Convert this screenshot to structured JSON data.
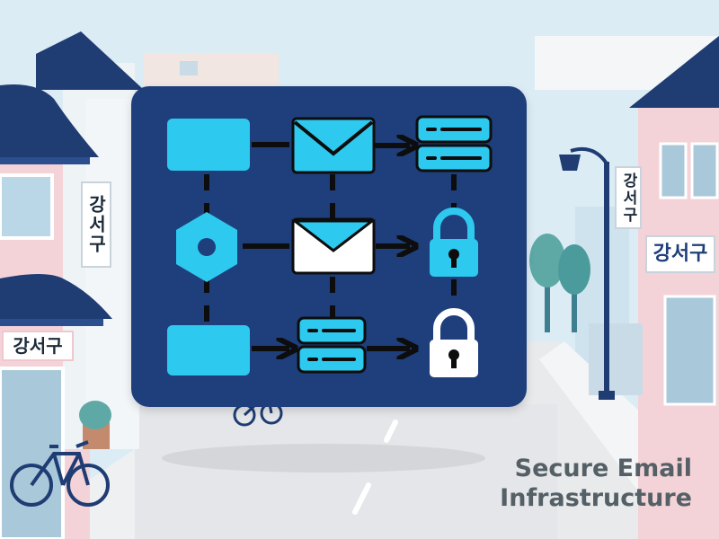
{
  "signs": {
    "left_vertical": "강서구",
    "left_horizontal": "강서구",
    "right_vertical": "강서구",
    "right_horizontal": "강서구"
  },
  "caption": {
    "line1": "Secure Email",
    "line2": "Infrastructure"
  },
  "colors": {
    "panel": "#1e3f7c",
    "icon_cyan": "#2ec9ef",
    "icon_white": "#ffffff",
    "connector": "#0d0d0d",
    "sky": "#dcecf5",
    "road": "#e8eaec",
    "building_pink": "#f4d3d8",
    "roof_navy": "#1f3c73"
  },
  "icons": [
    "server-rack-icon",
    "envelope-icon",
    "hexagon-node-icon",
    "padlock-icon",
    "bicycle-icon",
    "street-lamp-icon",
    "tree-icon"
  ]
}
